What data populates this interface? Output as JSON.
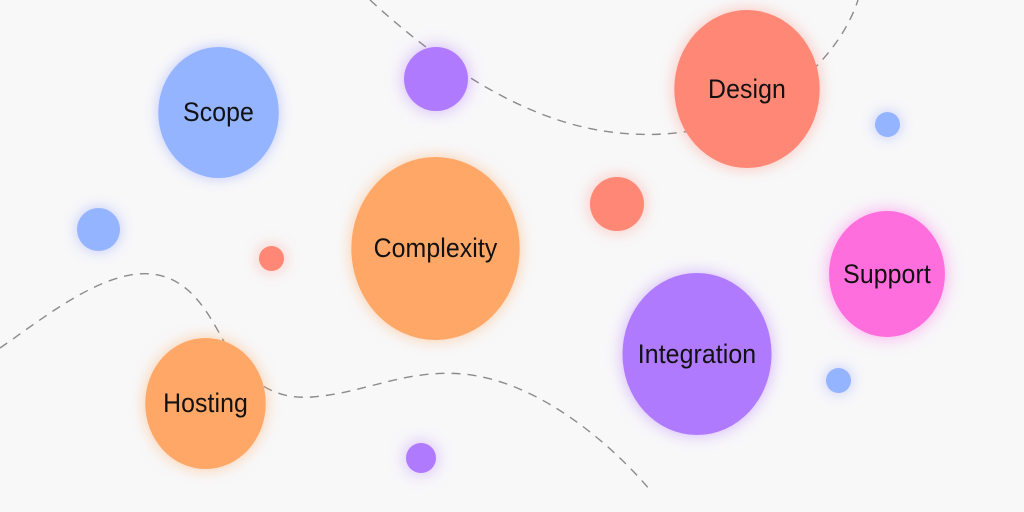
{
  "colors": {
    "background": "#f8f8f9",
    "blue": "#94b4ff",
    "orange": "#ffa766",
    "coral": "#ff8775",
    "purple": "#b07aff",
    "pink": "#ff6edc",
    "dashed_line": "#8b8b8b",
    "text": "#111111"
  },
  "topics": [
    {
      "label": "Scope",
      "color": "blue"
    },
    {
      "label": "Design",
      "color": "coral"
    },
    {
      "label": "Complexity",
      "color": "orange"
    },
    {
      "label": "Support",
      "color": "pink"
    },
    {
      "label": "Integration",
      "color": "purple"
    },
    {
      "label": "Hosting",
      "color": "orange"
    }
  ],
  "decorative_dots": [
    {
      "color": "purple"
    },
    {
      "color": "blue"
    },
    {
      "color": "blue"
    },
    {
      "color": "coral"
    },
    {
      "color": "coral"
    },
    {
      "color": "blue"
    },
    {
      "color": "purple"
    }
  ]
}
